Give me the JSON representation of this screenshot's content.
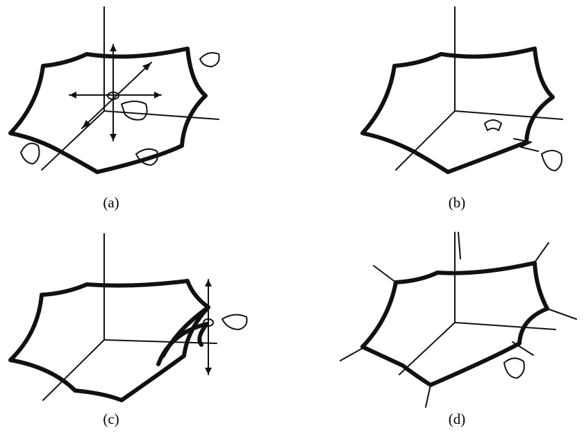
{
  "figure": {
    "panels": [
      {
        "id": "a",
        "caption": "(a)"
      },
      {
        "id": "b",
        "caption": "(b)"
      },
      {
        "id": "c",
        "caption": "(c)"
      },
      {
        "id": "d",
        "caption": "(d)"
      }
    ]
  },
  "icons": {
    "hand": "pointing-hand-icon",
    "magnet": "magnet-icon",
    "move_arrows": "move-arrows-icon",
    "handle": "control-handle-icon"
  }
}
